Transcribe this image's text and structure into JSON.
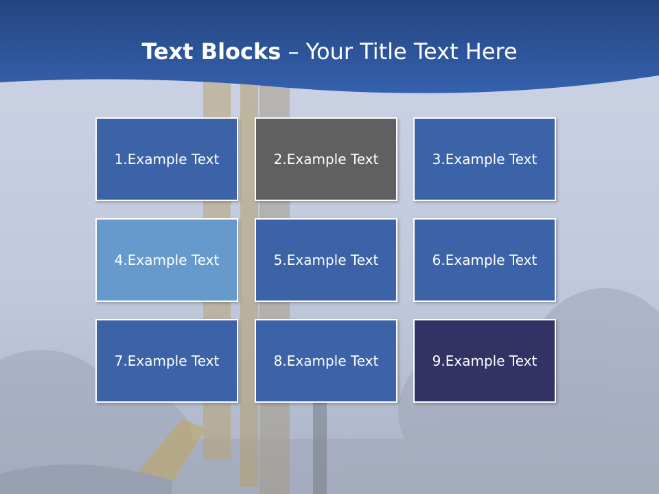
{
  "title": {
    "bold": "Text Blocks",
    "dash": " – ",
    "rest": "Your Title Text Here"
  },
  "colors": {
    "header_blue": "#2f58a0",
    "block_blue": "#3c63a7",
    "block_gray": "#606060",
    "block_light_blue": "#6699cc",
    "block_navy": "#333265"
  },
  "blocks": [
    {
      "label": "1.Example Text",
      "color": "#3c63a7"
    },
    {
      "label": "2.Example Text",
      "color": "#606060"
    },
    {
      "label": "3.Example Text",
      "color": "#3c63a7"
    },
    {
      "label": "4.Example Text",
      "color": "#6699cc"
    },
    {
      "label": "5.Example Text",
      "color": "#3c63a7"
    },
    {
      "label": "6.Example Text",
      "color": "#3c63a7"
    },
    {
      "label": "7.Example Text",
      "color": "#3c63a7"
    },
    {
      "label": "8.Example Text",
      "color": "#3c63a7"
    },
    {
      "label": "9.Example Text",
      "color": "#333265"
    }
  ]
}
